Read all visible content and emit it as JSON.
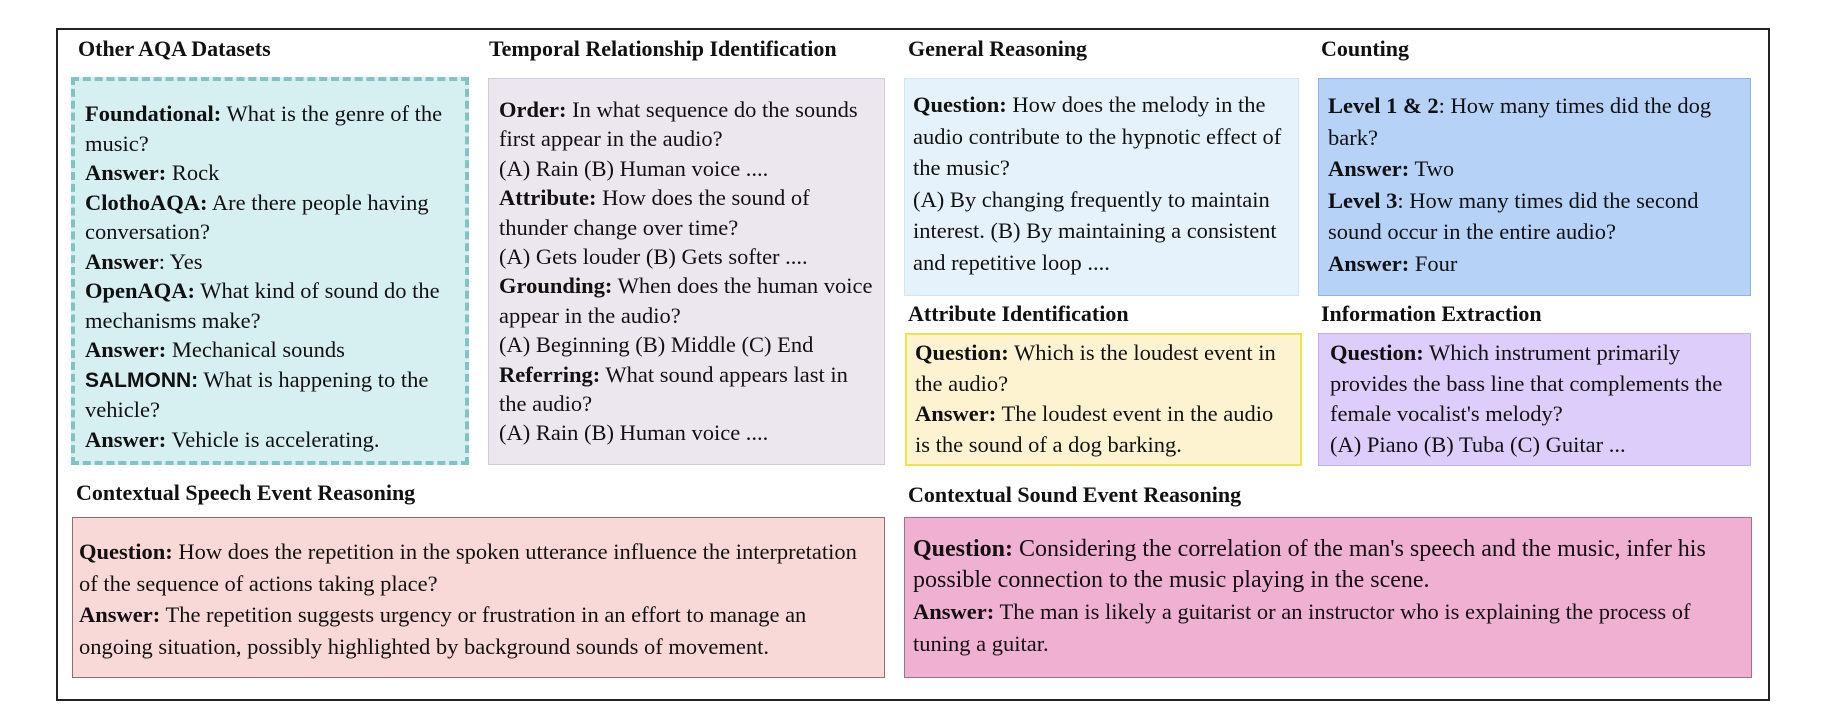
{
  "headings": {
    "other_aqa": "Other AQA Datasets",
    "temporal": "Temporal Relationship Identification",
    "general": "General Reasoning",
    "counting": "Counting",
    "attribute": "Attribute Identification",
    "info_extraction": "Information Extraction",
    "speech": "Contextual Speech Event Reasoning",
    "sound": "Contextual Sound Event Reasoning"
  },
  "other_aqa": {
    "foundational_label": "Foundational:",
    "foundational_text": " What is the genre of the music?",
    "answer1_label": "Answer:",
    "answer1_text": " Rock",
    "clotho_label": "ClothoAQA:",
    "clotho_text": " Are there people having conversation?",
    "answer2_label": "Answer",
    "answer2_text": ": Yes",
    "openaqa_label": "OpenAQA:",
    "openaqa_text": " What kind of sound do the mechanisms make?",
    "answer3_label": "Answer:",
    "answer3_text": " Mechanical sounds",
    "salmonn_label": "SALMONN:",
    "salmonn_text": " What is happening to the vehicle?",
    "answer4_label": "Answer:",
    "answer4_text": " Vehicle is accelerating."
  },
  "temporal": {
    "order_label": "Order:",
    "order_text": " In what sequence do the sounds first appear in the audio?",
    "order_options": "(A) Rain (B) Human voice ....",
    "attribute_label": "Attribute:",
    "attribute_text": " How does the sound of thunder change over time?",
    "attribute_options": "(A) Gets louder (B) Gets softer ....",
    "grounding_label": "Grounding:",
    "grounding_text": " When does the human voice appear in the audio?",
    "grounding_options": "(A) Beginning (B) Middle (C) End",
    "referring_label": "Referring:",
    "referring_text": " What sound appears last in the audio?",
    "referring_options": "(A) Rain (B) Human voice ...."
  },
  "general": {
    "question_label": "Question:",
    "question_text": " How does the melody in the audio contribute to the hypnotic effect of the music?",
    "options": "(A) By changing frequently to maintain interest. (B) By maintaining a consistent and repetitive loop ...."
  },
  "counting": {
    "level12_label": "Level 1 & 2",
    "level12_text": ": How many times did the dog bark?",
    "answer1_label": "Answer:",
    "answer1_text": " Two",
    "level3_label": "Level 3",
    "level3_text": ": How many times did the second sound occur in the entire audio?",
    "answer2_label": "Answer:",
    "answer2_text": " Four"
  },
  "attribute": {
    "question_label": "Question:",
    "question_text": " Which is the loudest event in the audio?",
    "answer_label": "Answer:",
    "answer_text": " The loudest event in the audio is the sound of a dog barking."
  },
  "info_extraction": {
    "question_label": "Question:",
    "question_text": " Which instrument primarily provides the bass line that complements the female vocalist's melody?",
    "options": "(A) Piano (B) Tuba (C) Guitar ..."
  },
  "speech": {
    "question_label": "Question:",
    "question_text": " How does the repetition in the spoken utterance influence the interpretation of the sequence of actions taking place?",
    "answer_label": "Answer:",
    "answer_text": " The repetition suggests urgency or frustration in an effort to manage an ongoing situation, possibly highlighted by background sounds of movement."
  },
  "sound": {
    "question_label": "Question:",
    "question_text": " Considering the correlation of the man's speech and the music, infer his possible connection to the music playing in the scene.",
    "answer_label": "Answer:",
    "answer_text": " The man is likely a guitarist or an instructor who is explaining the process of tuning a guitar."
  },
  "colors": {
    "other_aqa_bg": "#d6eff0",
    "other_aqa_border": "#7fc3c5",
    "temporal_bg": "#ece6ef",
    "general_bg": "#e6f2fb",
    "counting_bg": "#b6d2f7",
    "attribute_bg": "#fdf3d0",
    "attribute_border": "#f1e24a",
    "info_bg": "#dccdfa",
    "speech_bg": "#f8d9d7",
    "sound_bg": "#f0b0d2"
  }
}
